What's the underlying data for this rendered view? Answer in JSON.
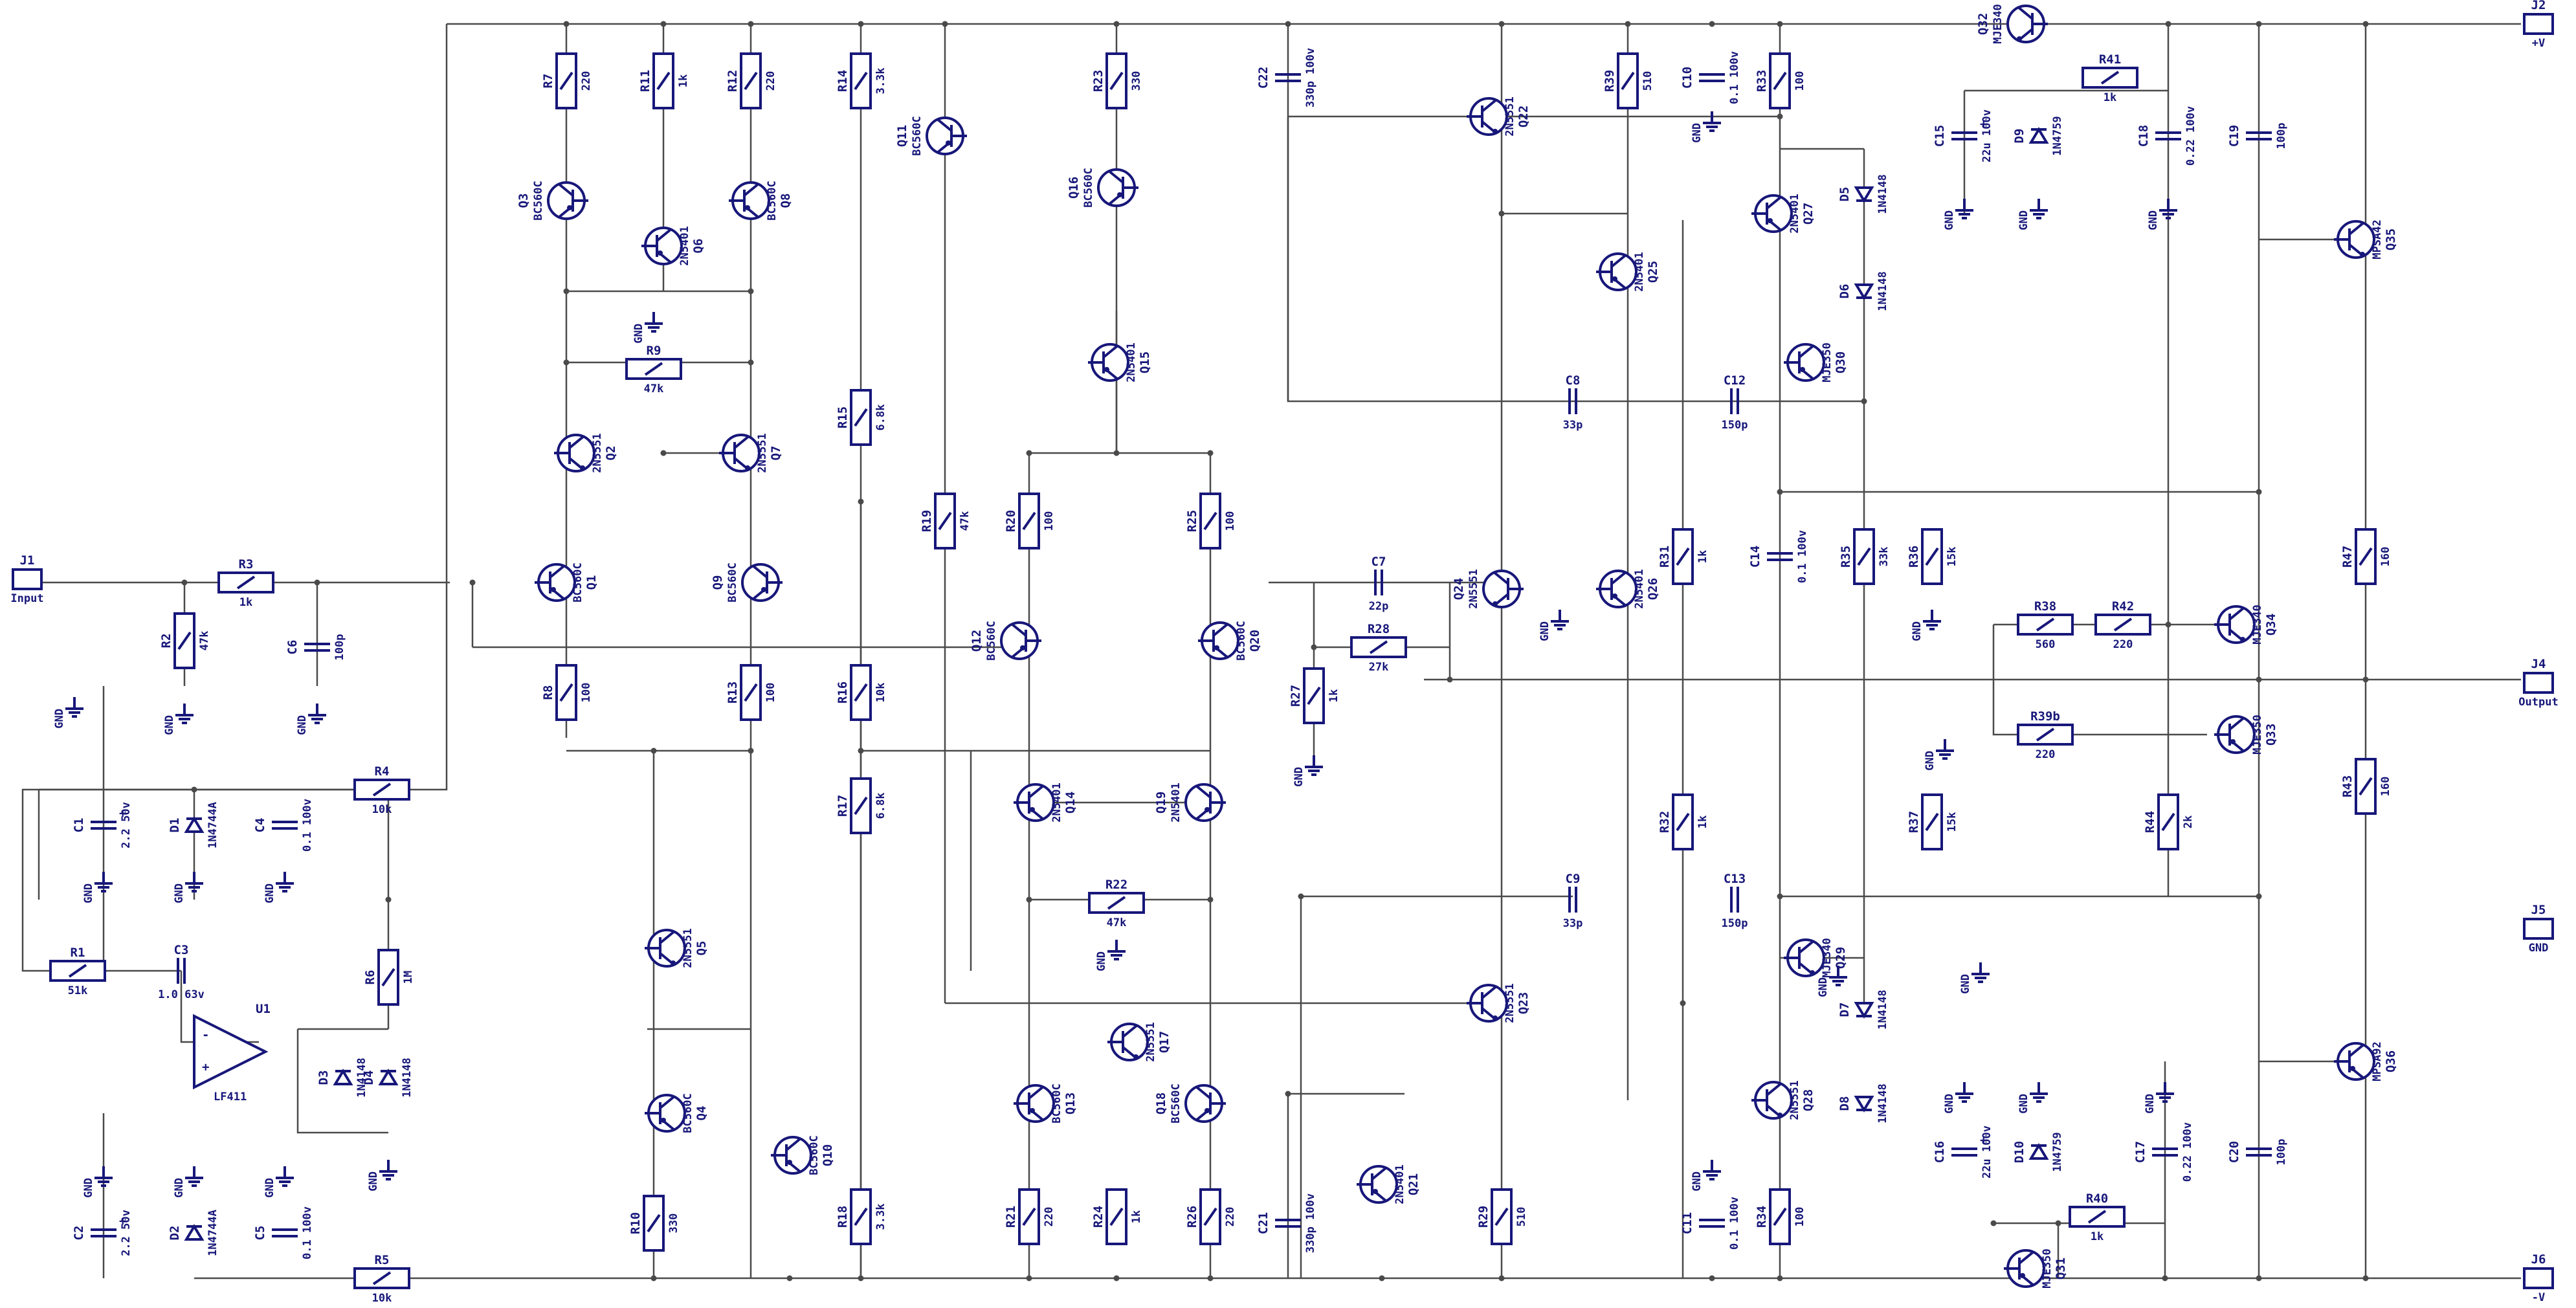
{
  "resistors": [
    {
      "id": "R7",
      "value": "220"
    },
    {
      "id": "R11",
      "value": "1k"
    },
    {
      "id": "R12",
      "value": "220"
    },
    {
      "id": "R14",
      "value": "3.3k"
    },
    {
      "id": "R23",
      "value": "330"
    },
    {
      "id": "R39",
      "value": "510"
    },
    {
      "id": "R33",
      "value": "100"
    },
    {
      "id": "R41",
      "value": "1k"
    },
    {
      "id": "R9",
      "value": "47k"
    },
    {
      "id": "R15",
      "value": "6.8k"
    },
    {
      "id": "R19",
      "value": "47k"
    },
    {
      "id": "R20",
      "value": "100"
    },
    {
      "id": "R25",
      "value": "100"
    },
    {
      "id": "R3",
      "value": "1k"
    },
    {
      "id": "R2",
      "value": "47k"
    },
    {
      "id": "R8",
      "value": "100"
    },
    {
      "id": "R13",
      "value": "100"
    },
    {
      "id": "R16",
      "value": "10k"
    },
    {
      "id": "R28",
      "value": "27k"
    },
    {
      "id": "R27",
      "value": "1k"
    },
    {
      "id": "R31",
      "value": "1k"
    },
    {
      "id": "R35",
      "value": "33k"
    },
    {
      "id": "R36",
      "value": "15k"
    },
    {
      "id": "R38",
      "value": "560"
    },
    {
      "id": "R42",
      "value": "220"
    },
    {
      "id": "R47",
      "value": "160"
    },
    {
      "id": "R4",
      "value": "10k"
    },
    {
      "id": "R17",
      "value": "6.8k"
    },
    {
      "id": "R22",
      "value": "47k"
    },
    {
      "id": "R32",
      "value": "1k"
    },
    {
      "id": "R39b",
      "value": "220"
    },
    {
      "id": "R37",
      "value": "15k"
    },
    {
      "id": "R44",
      "value": "2k"
    },
    {
      "id": "R43",
      "value": "160"
    },
    {
      "id": "R1",
      "value": "51k"
    },
    {
      "id": "R6",
      "value": "1M"
    },
    {
      "id": "R10",
      "value": "330"
    },
    {
      "id": "R18",
      "value": "3.3k"
    },
    {
      "id": "R21",
      "value": "220"
    },
    {
      "id": "R24",
      "value": "1k"
    },
    {
      "id": "R26",
      "value": "220"
    },
    {
      "id": "R29",
      "value": "510"
    },
    {
      "id": "R34",
      "value": "100"
    },
    {
      "id": "R40",
      "value": "1k"
    },
    {
      "id": "R5",
      "value": "10k"
    }
  ],
  "capacitors": [
    {
      "id": "C22",
      "value": "330p 100v"
    },
    {
      "id": "C10",
      "value": "0.1 100v"
    },
    {
      "id": "C15",
      "value": "22u 100v"
    },
    {
      "id": "C18",
      "value": "0.22 100v"
    },
    {
      "id": "C19",
      "value": "100p"
    },
    {
      "id": "C8",
      "value": "33p"
    },
    {
      "id": "C12",
      "value": "150p"
    },
    {
      "id": "C7",
      "value": "22p"
    },
    {
      "id": "C14",
      "value": "0.1 100v"
    },
    {
      "id": "C6",
      "value": "100p"
    },
    {
      "id": "C1",
      "value": "2.2 50v"
    },
    {
      "id": "C4",
      "value": "0.1 100v"
    },
    {
      "id": "C3",
      "value": "1.0 63v"
    },
    {
      "id": "C9",
      "value": "33p"
    },
    {
      "id": "C13",
      "value": "150p"
    },
    {
      "id": "C2",
      "value": "2.2 50v"
    },
    {
      "id": "C5",
      "value": "0.1 100v"
    },
    {
      "id": "C21",
      "value": "330p 100v"
    },
    {
      "id": "C11",
      "value": "0.1 100v"
    },
    {
      "id": "C16",
      "value": "22u 100v"
    },
    {
      "id": "C17",
      "value": "0.22 100v"
    },
    {
      "id": "C20",
      "value": "100p"
    }
  ],
  "transistors": [
    {
      "id": "Q3",
      "part": "BC560C"
    },
    {
      "id": "Q6",
      "part": "2N5401"
    },
    {
      "id": "Q8",
      "part": "BC560C"
    },
    {
      "id": "Q11",
      "part": "BC560C"
    },
    {
      "id": "Q16",
      "part": "BC560C"
    },
    {
      "id": "Q22",
      "part": "2N5551"
    },
    {
      "id": "Q27",
      "part": "2N5401"
    },
    {
      "id": "Q32",
      "part": "MJE340"
    },
    {
      "id": "Q25",
      "part": "2N5401"
    },
    {
      "id": "Q35",
      "part": "MPSA42"
    },
    {
      "id": "Q15",
      "part": "2N5401"
    },
    {
      "id": "Q30",
      "part": "MJE350"
    },
    {
      "id": "Q2",
      "part": "2N5551"
    },
    {
      "id": "Q7",
      "part": "2N5551"
    },
    {
      "id": "Q1",
      "part": "BC560C"
    },
    {
      "id": "Q9",
      "part": "BC560C"
    },
    {
      "id": "Q12",
      "part": "BC560C"
    },
    {
      "id": "Q20",
      "part": "BC560C"
    },
    {
      "id": "Q24",
      "part": "2N5551"
    },
    {
      "id": "Q26",
      "part": "2N5401"
    },
    {
      "id": "Q34",
      "part": "MJE340"
    },
    {
      "id": "Q14",
      "part": "2N5401"
    },
    {
      "id": "Q19",
      "part": "2N5401"
    },
    {
      "id": "Q33",
      "part": "MJE350"
    },
    {
      "id": "Q5",
      "part": "2N5551"
    },
    {
      "id": "Q23",
      "part": "2N5551"
    },
    {
      "id": "Q29",
      "part": "MJE340"
    },
    {
      "id": "Q36",
      "part": "MPSA92"
    },
    {
      "id": "Q17",
      "part": "2N5551"
    },
    {
      "id": "Q13",
      "part": "BC560C"
    },
    {
      "id": "Q18",
      "part": "BC560C"
    },
    {
      "id": "Q4",
      "part": "BC560C"
    },
    {
      "id": "Q28",
      "part": "2N5551"
    },
    {
      "id": "Q10",
      "part": "BC560C"
    },
    {
      "id": "Q21",
      "part": "2N5401"
    },
    {
      "id": "Q31",
      "part": "MJE350"
    }
  ],
  "diodes": [
    {
      "id": "D9",
      "part": "1N4759"
    },
    {
      "id": "D5",
      "part": "1N4148"
    },
    {
      "id": "D6",
      "part": "1N4148"
    },
    {
      "id": "D1",
      "part": "1N4744A"
    },
    {
      "id": "D3",
      "part": "1N4148"
    },
    {
      "id": "D4",
      "part": "1N4148"
    },
    {
      "id": "D7",
      "part": "1N4148"
    },
    {
      "id": "D8",
      "part": "1N4148"
    },
    {
      "id": "D2",
      "part": "1N4744A"
    },
    {
      "id": "D10",
      "part": "1N4759"
    }
  ],
  "connectors": [
    {
      "id": "J1",
      "label": "Input"
    },
    {
      "id": "J2",
      "label": "+V"
    },
    {
      "id": "J4",
      "label": "Output"
    },
    {
      "id": "J5",
      "label": "GND"
    },
    {
      "id": "J6",
      "label": "-V"
    }
  ],
  "ic": {
    "id": "U1",
    "part": "LF411"
  },
  "gnd_label": "GND"
}
